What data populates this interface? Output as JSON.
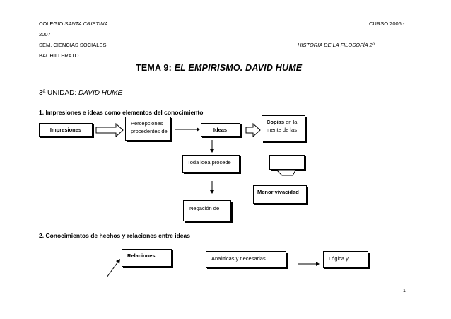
{
  "header": {
    "school_prefix": "COLEGIO ",
    "school_name": "SANTA CRISTINA",
    "course_label": "CURSO 2006 -",
    "year_cont": "2007",
    "department": "SEM. CIENCIAS SOCIALES",
    "subject": "HISTORIA DE LA FILOSOFÍA 2º",
    "level": "BACHILLERATO"
  },
  "title": {
    "prefix": "TEMA 9: ",
    "rest": "EL EMPIRISMO. DAVID HUME"
  },
  "unit": {
    "prefix": "3ª UNIDAD: ",
    "name": "DAVID HUME"
  },
  "section1": {
    "heading": "1.  Impresiones e ideas como elementos del conocimiento",
    "impresiones": "Impresiones",
    "percepciones_line1": "Percepciones",
    "percepciones_line2": "procedentes de",
    "ideas": "Ideas",
    "copias_bold": "Copias",
    "copias_rest": " en la",
    "copias_line2": "mente de las",
    "toda_idea": "Toda idea procede",
    "menor_vivacidad": "Menor vivacidad",
    "negacion": "Negación de"
  },
  "section2": {
    "heading": "2.  Conocimientos de hechos y relaciones entre ideas",
    "relaciones": "Relaciones",
    "analiticas": "Analíticas y necesarias",
    "logica": "Lógica y"
  },
  "footer": {
    "page_number": "1"
  }
}
